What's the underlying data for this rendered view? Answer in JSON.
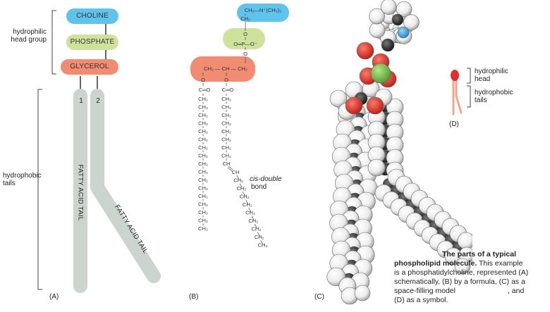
{
  "panel_a": {
    "label": "(A)",
    "choline": "CHOLINE",
    "phosphate": "PHOSPHATE",
    "glycerol": "GLYCEROL",
    "head_group_label_1": "hydrophilic",
    "head_group_label_2": "head group",
    "tails_label_1": "hydrophobic",
    "tails_label_2": "tails",
    "tail_1_num": "1",
    "tail_2_num": "2",
    "tail_1_text": "FATTY ACID TAIL",
    "tail_2_text": "FATTY ACID TAIL"
  },
  "panel_b": {
    "label": "(B)",
    "choline_formula_top": "CH₂—N⁺(CH₃)₃",
    "choline_ch2": "CH₂",
    "phosphate_o_top": "O",
    "phosphate_p": "O═P—O⁻",
    "phosphate_o_bottom": "O",
    "glycerol": "CH₂ — CH — CH₂",
    "ester_o": "O",
    "carbonyl": "C═O",
    "ch2": "CH₂",
    "ch": "CH",
    "ch3": "CH₃",
    "cis_label_1": "cis-double",
    "cis_label_2": "bond"
  },
  "panel_c": {
    "label": "(C)"
  },
  "panel_d": {
    "label": "(D)",
    "head_label_1": "hydrophilic",
    "head_label_2": "head",
    "tails_label_1": "hydrophobic",
    "tails_label_2": "tails"
  },
  "caption": {
    "title": "The parts of a typical",
    "title_2": "phospholipid molecule.",
    "text_1": " This example",
    "text_2": "is a phosphatidylcholine, represented (A)",
    "text_3": "schematically, (B) by a formula, (C) as a",
    "text_4": "space-filling model",
    "text_5": ", and",
    "text_6": "(D) as a symbol."
  },
  "colors": {
    "choline": "#5fc3ec",
    "phosphate": "#cfe29c",
    "glycerol": "#f08c72",
    "tail": "#ccd4d0",
    "oxygen": "#e0302c",
    "phosphorus": "#7cc24c",
    "carbon": "#2a2a2a"
  }
}
